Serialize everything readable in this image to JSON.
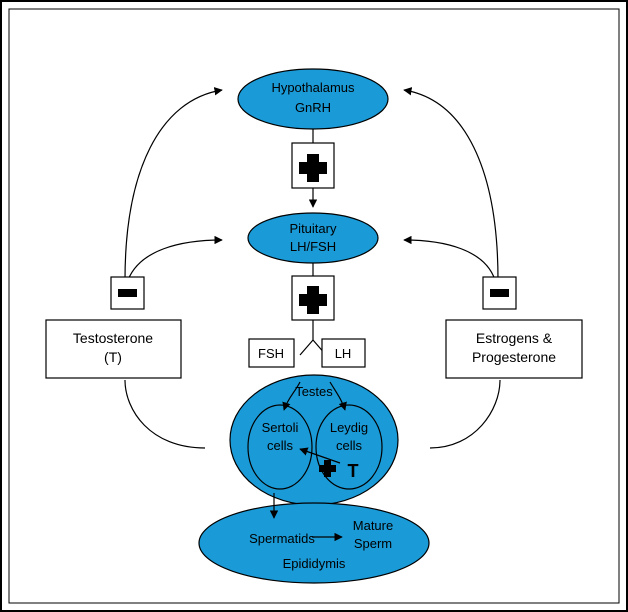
{
  "colors": {
    "node_fill": "#1a9ad7",
    "stroke": "#000000",
    "background": "#ffffff"
  },
  "hypothalamus": {
    "line1": "Hypothalamus",
    "line2": "GnRH"
  },
  "pituitary": {
    "line1": "Pituitary",
    "line2": "LH/FSH"
  },
  "testosterone": {
    "line1": "Testosterone",
    "line2": "(T)"
  },
  "estrogens": {
    "line1": "Estrogens &",
    "line2": "Progesterone"
  },
  "fsh_label": "FSH",
  "lh_label": "LH",
  "testes": {
    "title": "Testes",
    "sertoli_line1": "Sertoli",
    "sertoli_line2": "cells",
    "leydig_line1": "Leydig",
    "leydig_line2": "cells",
    "t_label": "T"
  },
  "epididymis": {
    "spermatids": "Spermatids",
    "mature_line1": "Mature",
    "mature_line2": "Sperm",
    "title": "Epididymis"
  },
  "icons": {
    "stimulate": "plus-icon",
    "inhibit": "minus-icon"
  }
}
